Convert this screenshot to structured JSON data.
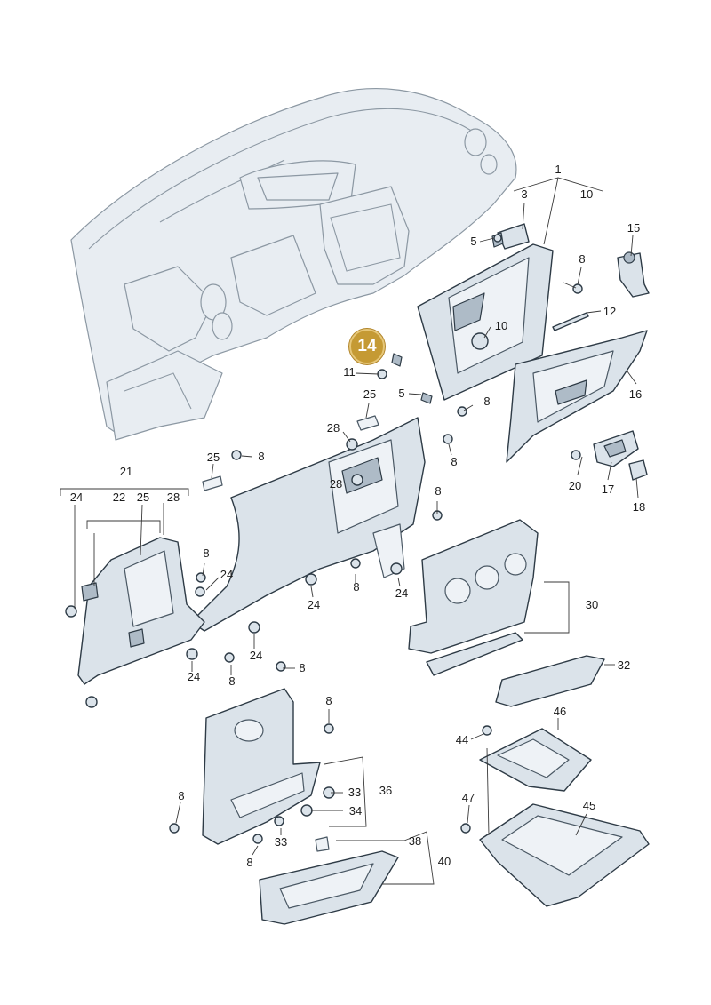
{
  "highlight": {
    "label": "14",
    "color": "#c59a34"
  },
  "callouts": [
    "1",
    "3",
    "10",
    "5",
    "15",
    "8",
    "12",
    "10",
    "14",
    "11",
    "5",
    "25",
    "8",
    "16",
    "28",
    "8",
    "20",
    "17",
    "18",
    "21",
    "25",
    "8",
    "28",
    "8",
    "24",
    "22",
    "25",
    "28",
    "8",
    "24",
    "24",
    "8",
    "24",
    "30",
    "24",
    "8",
    "24",
    "8",
    "32",
    "8",
    "46",
    "44",
    "8",
    "33",
    "36",
    "34",
    "33",
    "8",
    "47",
    "45",
    "38",
    "40"
  ]
}
